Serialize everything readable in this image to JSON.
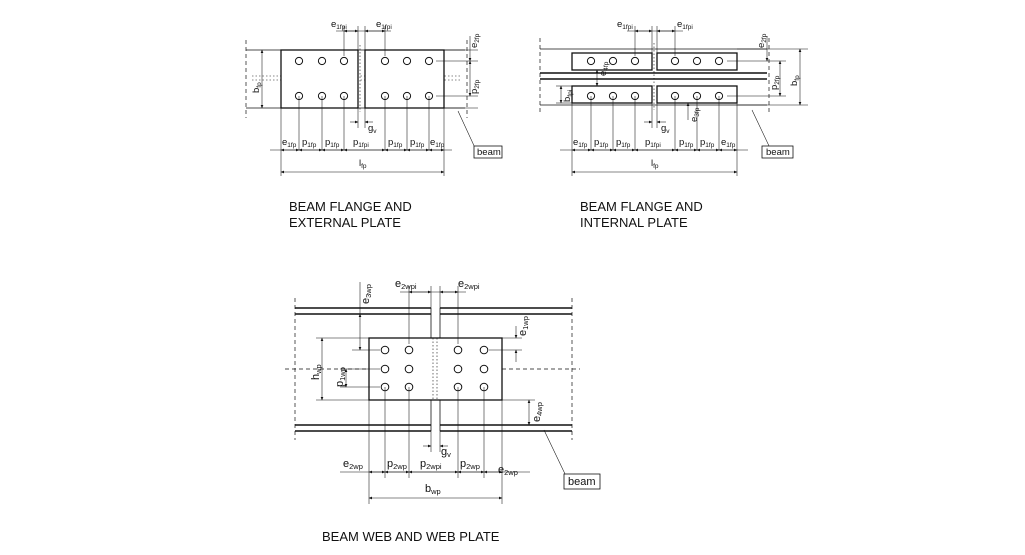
{
  "captions": {
    "external_line1": "BEAM FLANGE AND",
    "external_line2": "EXTERNAL PLATE",
    "internal_line1": "BEAM FLANGE AND",
    "internal_line2": "INTERNAL PLATE",
    "web": "BEAM WEB AND WEB PLATE"
  },
  "labels": {
    "external": {
      "e1fpi_a": {
        "base": "e",
        "sub": "1fpi"
      },
      "e1fpi_b": {
        "base": "e",
        "sub": "1fpi"
      },
      "e2fp": {
        "base": "e",
        "sub": "2fp"
      },
      "p2fp": {
        "base": "p",
        "sub": "2fp"
      },
      "bfp": {
        "base": "b",
        "sub": "fp"
      },
      "gv": {
        "base": "g",
        "sub": "v"
      },
      "e1fp_l": {
        "base": "e",
        "sub": "1fp"
      },
      "p1fp_1": {
        "base": "p",
        "sub": "1fp"
      },
      "p1fp_2": {
        "base": "p",
        "sub": "1fp"
      },
      "p1fpi": {
        "base": "p",
        "sub": "1fpi"
      },
      "p1fp_3": {
        "base": "p",
        "sub": "1fp"
      },
      "p1fp_4": {
        "base": "p",
        "sub": "1fp"
      },
      "e1fp_r": {
        "base": "e",
        "sub": "1fp"
      },
      "lfp": {
        "base": "l",
        "sub": "fp"
      },
      "beam": "beam"
    },
    "internal": {
      "e1fpi_a": {
        "base": "e",
        "sub": "1fpi"
      },
      "e1fpi_b": {
        "base": "e",
        "sub": "1fpi"
      },
      "e2fp": {
        "base": "e",
        "sub": "2fp"
      },
      "p2fp": {
        "base": "p",
        "sub": "2fp"
      },
      "bfp_right": {
        "base": "b",
        "sub": "fp"
      },
      "bfpi": {
        "base": "b",
        "sub": "fpi"
      },
      "e4fp": {
        "base": "e",
        "sub": "4fp"
      },
      "e3fp": {
        "base": "e",
        "sub": "3fp"
      },
      "gv": {
        "base": "g",
        "sub": "v"
      },
      "e1fp_l": {
        "base": "e",
        "sub": "1fp"
      },
      "p1fp_1": {
        "base": "p",
        "sub": "1fp"
      },
      "p1fp_2": {
        "base": "p",
        "sub": "1fp"
      },
      "p1fpi": {
        "base": "p",
        "sub": "1fpi"
      },
      "p1fp_3": {
        "base": "p",
        "sub": "1fp"
      },
      "p1fp_4": {
        "base": "p",
        "sub": "1fp"
      },
      "e1fp_r": {
        "base": "e",
        "sub": "1fp"
      },
      "lfp": {
        "base": "l",
        "sub": "fp"
      },
      "beam": "beam"
    },
    "web": {
      "e2wpi_a": {
        "base": "e",
        "sub": "2wpi"
      },
      "e2wpi_b": {
        "base": "e",
        "sub": "2wpi"
      },
      "e3wp": {
        "base": "e",
        "sub": "3wp"
      },
      "e1wp": {
        "base": "e",
        "sub": "1wp"
      },
      "hwp": {
        "base": "h",
        "sub": "wp"
      },
      "p1wp": {
        "base": "p",
        "sub": "1wp"
      },
      "e4wp": {
        "base": "e",
        "sub": "4wp"
      },
      "gv": {
        "base": "g",
        "sub": "v"
      },
      "e2wp_l": {
        "base": "e",
        "sub": "2wp"
      },
      "p2wp_1": {
        "base": "p",
        "sub": "2wp"
      },
      "p2wpi": {
        "base": "p",
        "sub": "2wpi"
      },
      "p2wp_2": {
        "base": "p",
        "sub": "2wp"
      },
      "e2wp_r": {
        "base": "e",
        "sub": "2wp"
      },
      "bwp": {
        "base": "b",
        "sub": "wp"
      },
      "beam": "beam"
    }
  }
}
